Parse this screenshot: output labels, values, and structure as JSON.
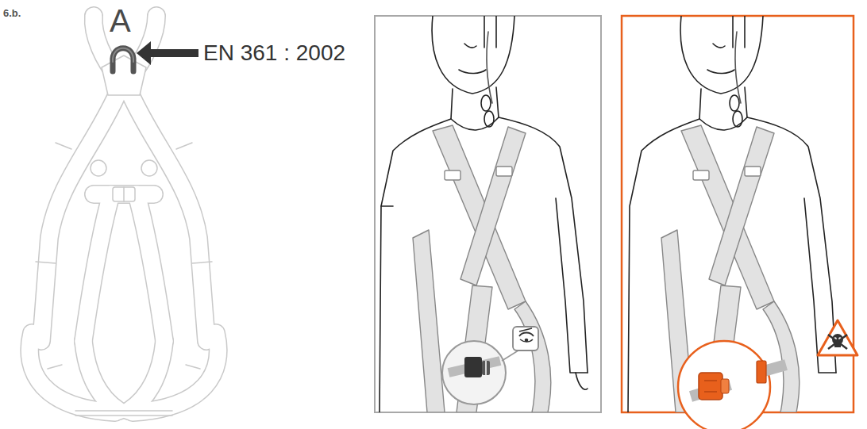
{
  "diagram": {
    "labels": [
      "6.b.",
      "A",
      "EN 361 : 2002"
    ]
  }
}
